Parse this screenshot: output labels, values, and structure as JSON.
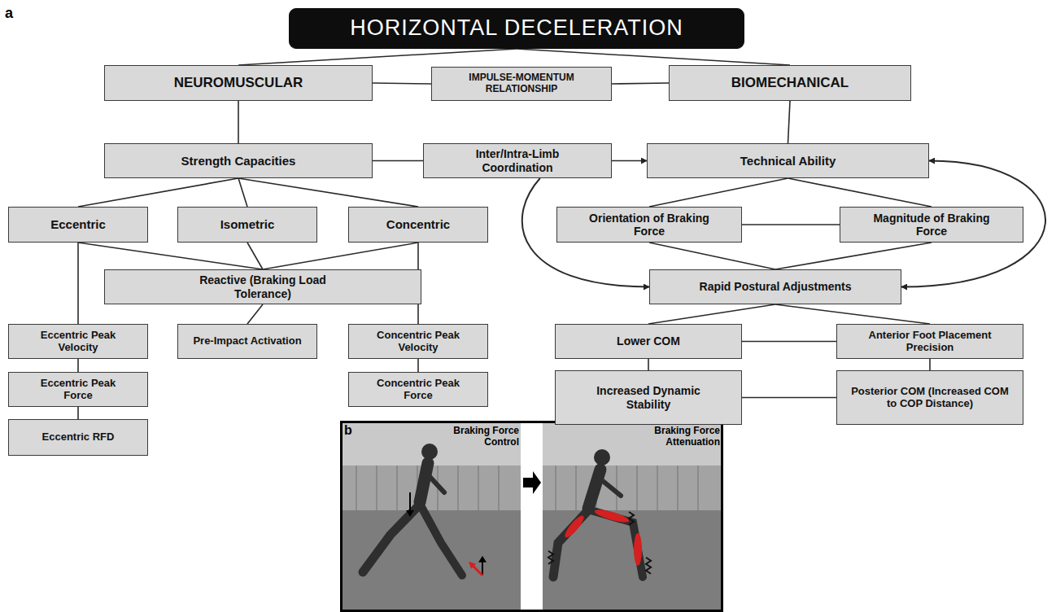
{
  "diagram": {
    "nodes": [
      {
        "text": [
          "HORIZONTAL DECELERATION"
        ]
      },
      {
        "text": [
          "NEUROMUSCULAR"
        ]
      },
      {
        "text": [
          "IMPULSE-MOMENTUM RELATIONSHIP"
        ]
      },
      {
        "text": [
          "BIOMECHANICAL"
        ]
      },
      {
        "text": [
          "Strength Capacities"
        ]
      },
      {
        "text": [
          "Inter/Intra-Limb Coordination"
        ]
      },
      {
        "text": [
          "Technical Ability"
        ]
      },
      {
        "text": [
          "Eccentric"
        ]
      },
      {
        "text": [
          "Isometric"
        ]
      },
      {
        "text": [
          "Concentric"
        ]
      },
      {
        "text": [
          "Orientation of Braking Force"
        ]
      },
      {
        "text": [
          "Magnitude of Braking Force"
        ]
      },
      {
        "text": [
          "Reactive (Braking Load Tolerance)"
        ]
      },
      {
        "text": [
          "Rapid Postural Adjustments"
        ]
      },
      {
        "text": [
          "Eccentric Peak Velocity"
        ]
      },
      {
        "text": [
          "Pre-Impact Activation"
        ]
      },
      {
        "text": [
          "Concentric Peak Velocity"
        ]
      },
      {
        "text": [
          "Lower COM"
        ]
      },
      {
        "text": [
          "Anterior Foot Placement Precision"
        ]
      },
      {
        "text": [
          "Eccentric Peak Force"
        ]
      },
      {
        "text": [
          "Concentric Peak Force"
        ]
      },
      {
        "text": [
          "Increased Dynamic Stability"
        ]
      },
      {
        "text": [
          "Posterior COM (Increased COM to COP Distance)"
        ]
      },
      {
        "text": [
          "Eccentric RFD"
        ]
      }
    ],
    "edges": [
      {
        "from": 0,
        "to": 1,
        "arrow": "none"
      },
      {
        "from": 0,
        "to": 3,
        "arrow": "none"
      },
      {
        "from": 1,
        "to": 2,
        "arrow": "none"
      },
      {
        "from": 2,
        "to": 3,
        "arrow": "none"
      },
      {
        "from": 1,
        "to": 4,
        "arrow": "none"
      },
      {
        "from": 3,
        "to": 6,
        "arrow": "none"
      },
      {
        "from": 4,
        "to": 5,
        "arrow": "none"
      },
      {
        "from": 5,
        "to": 6,
        "arrow": "to"
      },
      {
        "from": 4,
        "to": 7,
        "arrow": "none"
      },
      {
        "from": 4,
        "to": 8,
        "arrow": "none"
      },
      {
        "from": 4,
        "to": 9,
        "arrow": "none"
      },
      {
        "from": 6,
        "to": 10,
        "arrow": "none"
      },
      {
        "from": 6,
        "to": 11,
        "arrow": "none"
      },
      {
        "from": 10,
        "to": 11,
        "arrow": "none"
      },
      {
        "from": 5,
        "to": 13,
        "arrow": "to"
      },
      {
        "from": 13,
        "to": 6,
        "arrow": "both"
      },
      {
        "from": 7,
        "to": 12,
        "arrow": "none"
      },
      {
        "from": 8,
        "to": 12,
        "arrow": "none"
      },
      {
        "from": 9,
        "to": 12,
        "arrow": "none"
      },
      {
        "from": 10,
        "to": 13,
        "arrow": "none"
      },
      {
        "from": 11,
        "to": 13,
        "arrow": "none"
      },
      {
        "from": 7,
        "to": 14,
        "arrow": "none"
      },
      {
        "from": 12,
        "to": 15,
        "arrow": "none"
      },
      {
        "from": 9,
        "to": 16,
        "arrow": "none"
      },
      {
        "from": 13,
        "to": 17,
        "arrow": "none"
      },
      {
        "from": 13,
        "to": 18,
        "arrow": "none"
      },
      {
        "from": 17,
        "to": 18,
        "arrow": "none"
      },
      {
        "from": 14,
        "to": 19,
        "arrow": "none"
      },
      {
        "from": 16,
        "to": 20,
        "arrow": "none"
      },
      {
        "from": 17,
        "to": 21,
        "arrow": "none"
      },
      {
        "from": 18,
        "to": 22,
        "arrow": "none"
      },
      {
        "from": 21,
        "to": 22,
        "arrow": "none"
      },
      {
        "from": 19,
        "to": 23,
        "arrow": "none"
      }
    ],
    "labels": [
      "a",
      "b",
      "Braking Force Control",
      "Braking Force Attenuation"
    ]
  }
}
